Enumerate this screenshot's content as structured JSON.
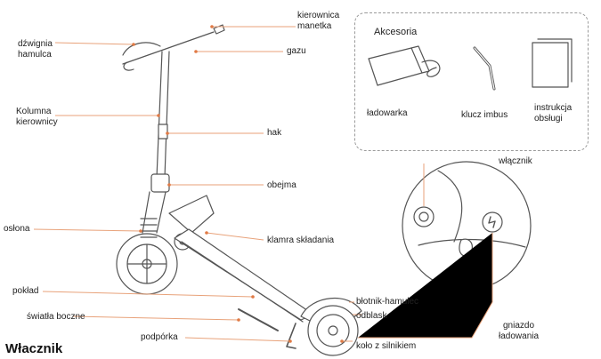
{
  "heading": "Włacznik",
  "accessories": {
    "title": "Akcesoria",
    "items": [
      "ładowarka",
      "klucz imbus",
      "instrukcja\nobsługi"
    ]
  },
  "labels": {
    "brake_lever": "dźwignia\nhamulca",
    "handlebar": "kierownica",
    "grip": "manetka",
    "throttle": "gazu",
    "column": "Kolumna\nkierownicy",
    "hook": "hak",
    "clamp": "obejma",
    "cover": "osłona",
    "folding_latch": "klamra składania",
    "deck": "pokład",
    "side_lights": "światła boczne",
    "kickstand": "podpórka",
    "fender_brake": "błotnik-hamulec",
    "reflector": "odblask",
    "motor_wheel": "koło z silnikiem",
    "power_switch": "włącznik",
    "charging_port": "gniazdo\nładowania"
  },
  "colors": {
    "leader": "#e8a27a",
    "line": "#555555",
    "dot": "#e07a45"
  }
}
